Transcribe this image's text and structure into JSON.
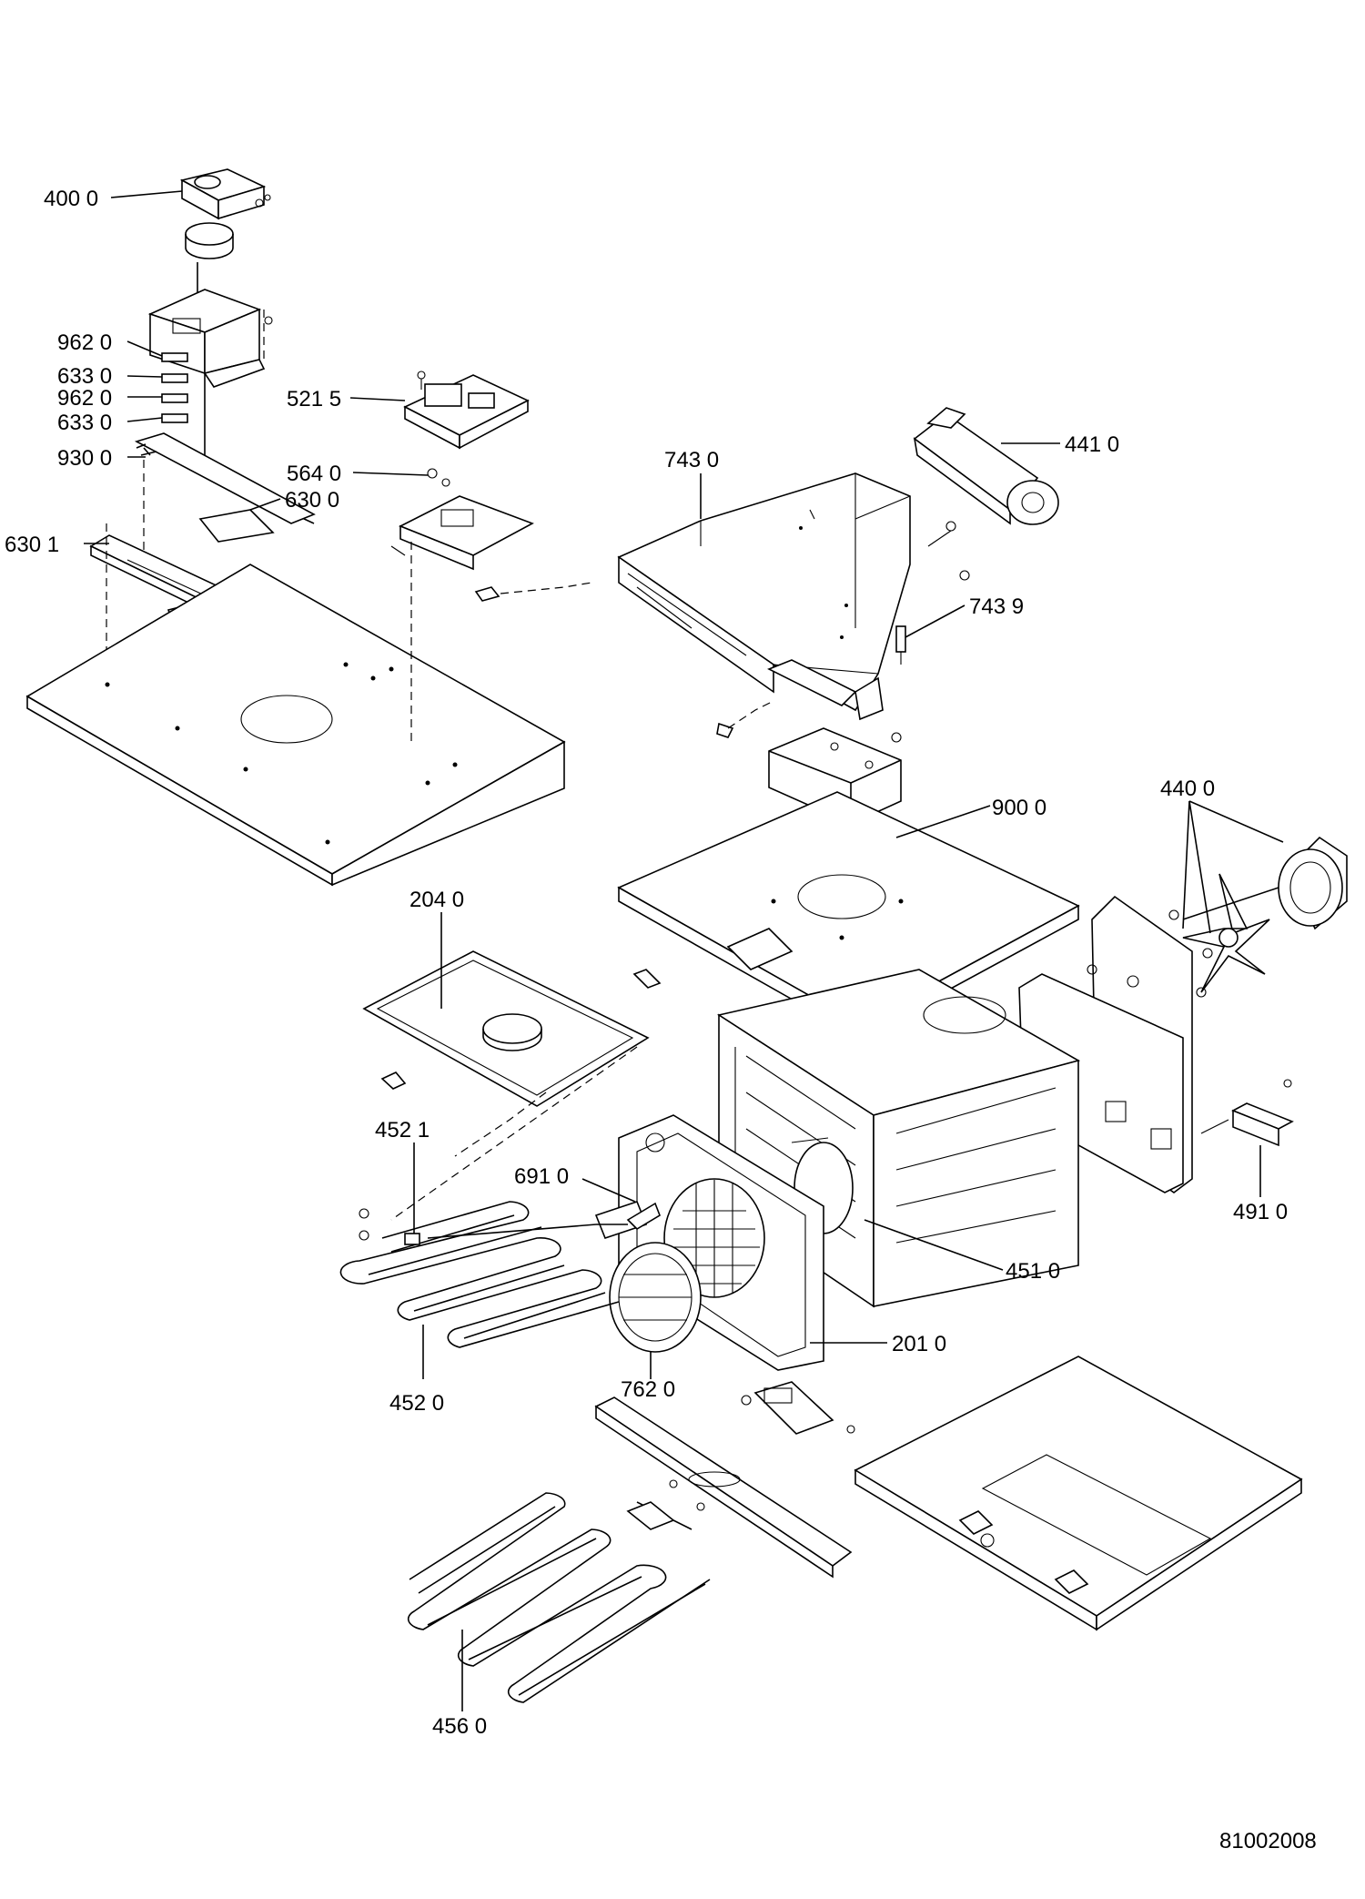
{
  "callouts": [
    {
      "id": "c4000",
      "text": "400 0"
    },
    {
      "id": "c9620a",
      "text": "962 0"
    },
    {
      "id": "c6330a",
      "text": "633 0"
    },
    {
      "id": "c9620b",
      "text": "962 0"
    },
    {
      "id": "c6330b",
      "text": "633 0"
    },
    {
      "id": "c9300",
      "text": "930 0"
    },
    {
      "id": "c6301",
      "text": "630 1"
    },
    {
      "id": "c6300",
      "text": "630 0"
    },
    {
      "id": "c5215",
      "text": "521 5"
    },
    {
      "id": "c5640",
      "text": "564 0"
    },
    {
      "id": "c7430",
      "text": "743 0"
    },
    {
      "id": "c4410",
      "text": "441 0"
    },
    {
      "id": "c7439",
      "text": "743 9"
    },
    {
      "id": "c9000",
      "text": "900 0"
    },
    {
      "id": "c4400",
      "text": "440 0"
    },
    {
      "id": "c2040",
      "text": "204 0"
    },
    {
      "id": "c4521",
      "text": "452 1"
    },
    {
      "id": "c6910",
      "text": "691 0"
    },
    {
      "id": "c4510",
      "text": "451 0"
    },
    {
      "id": "c4910",
      "text": "491 0"
    },
    {
      "id": "c2010",
      "text": "201 0"
    },
    {
      "id": "c4520",
      "text": "452 0"
    },
    {
      "id": "c7620",
      "text": "762 0"
    },
    {
      "id": "c4560",
      "text": "456 0"
    }
  ],
  "drawing_number": "81002008"
}
